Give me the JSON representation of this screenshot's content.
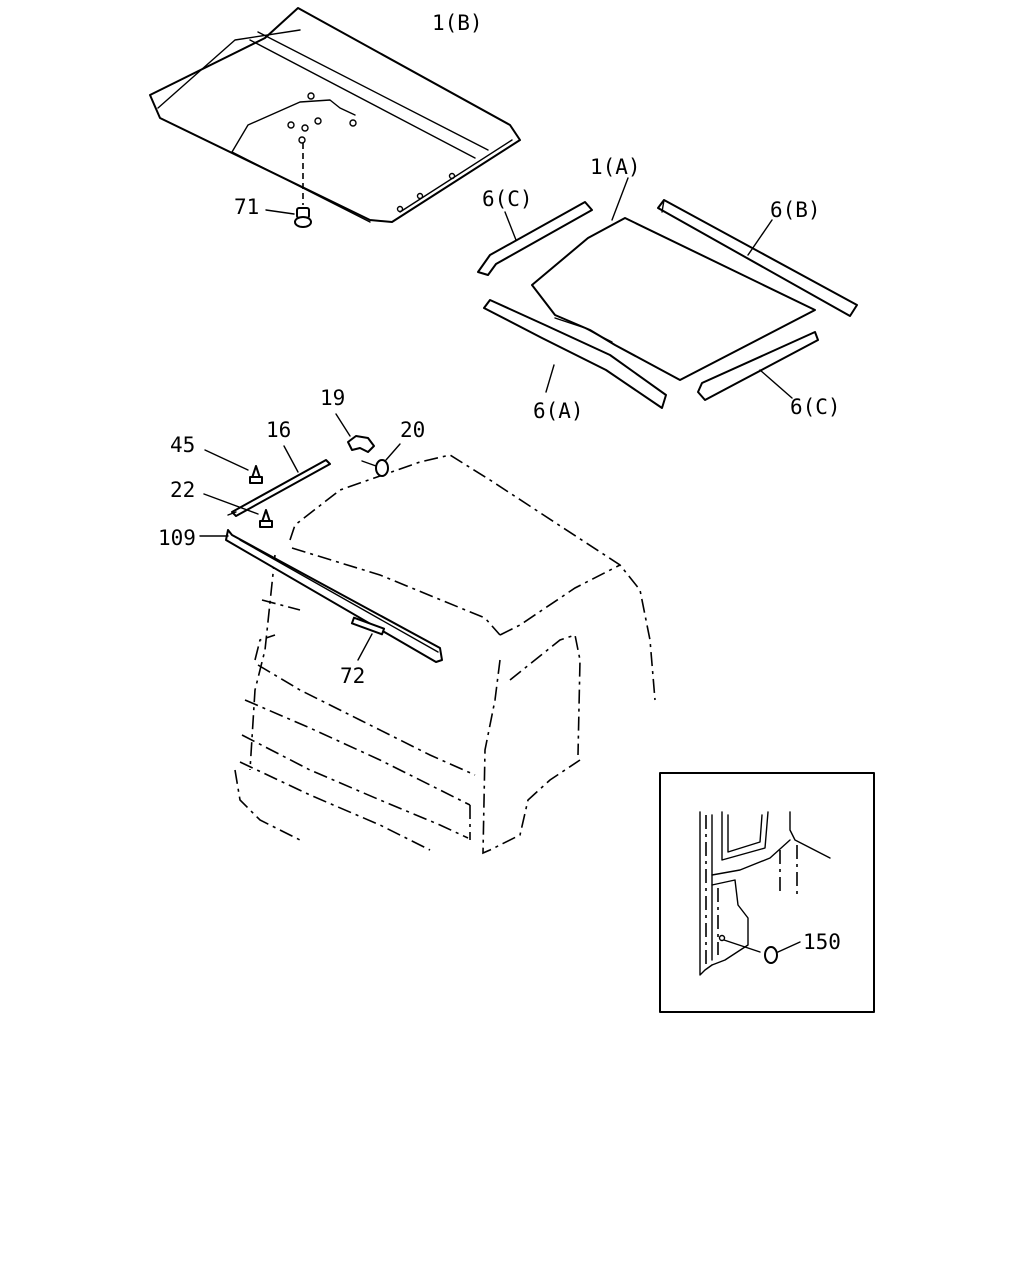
{
  "diagram": {
    "callouts": {
      "p1b": "1(B)",
      "p1a": "1(A)",
      "p6c_top": "6(C)",
      "p6b": "6(B)",
      "p6a": "6(A)",
      "p6c_bottom": "6(C)",
      "p71": "71",
      "p19": "19",
      "p20": "20",
      "p45": "45",
      "p16": "16",
      "p22": "22",
      "p109": "109",
      "p72": "72",
      "p150": "150"
    }
  }
}
